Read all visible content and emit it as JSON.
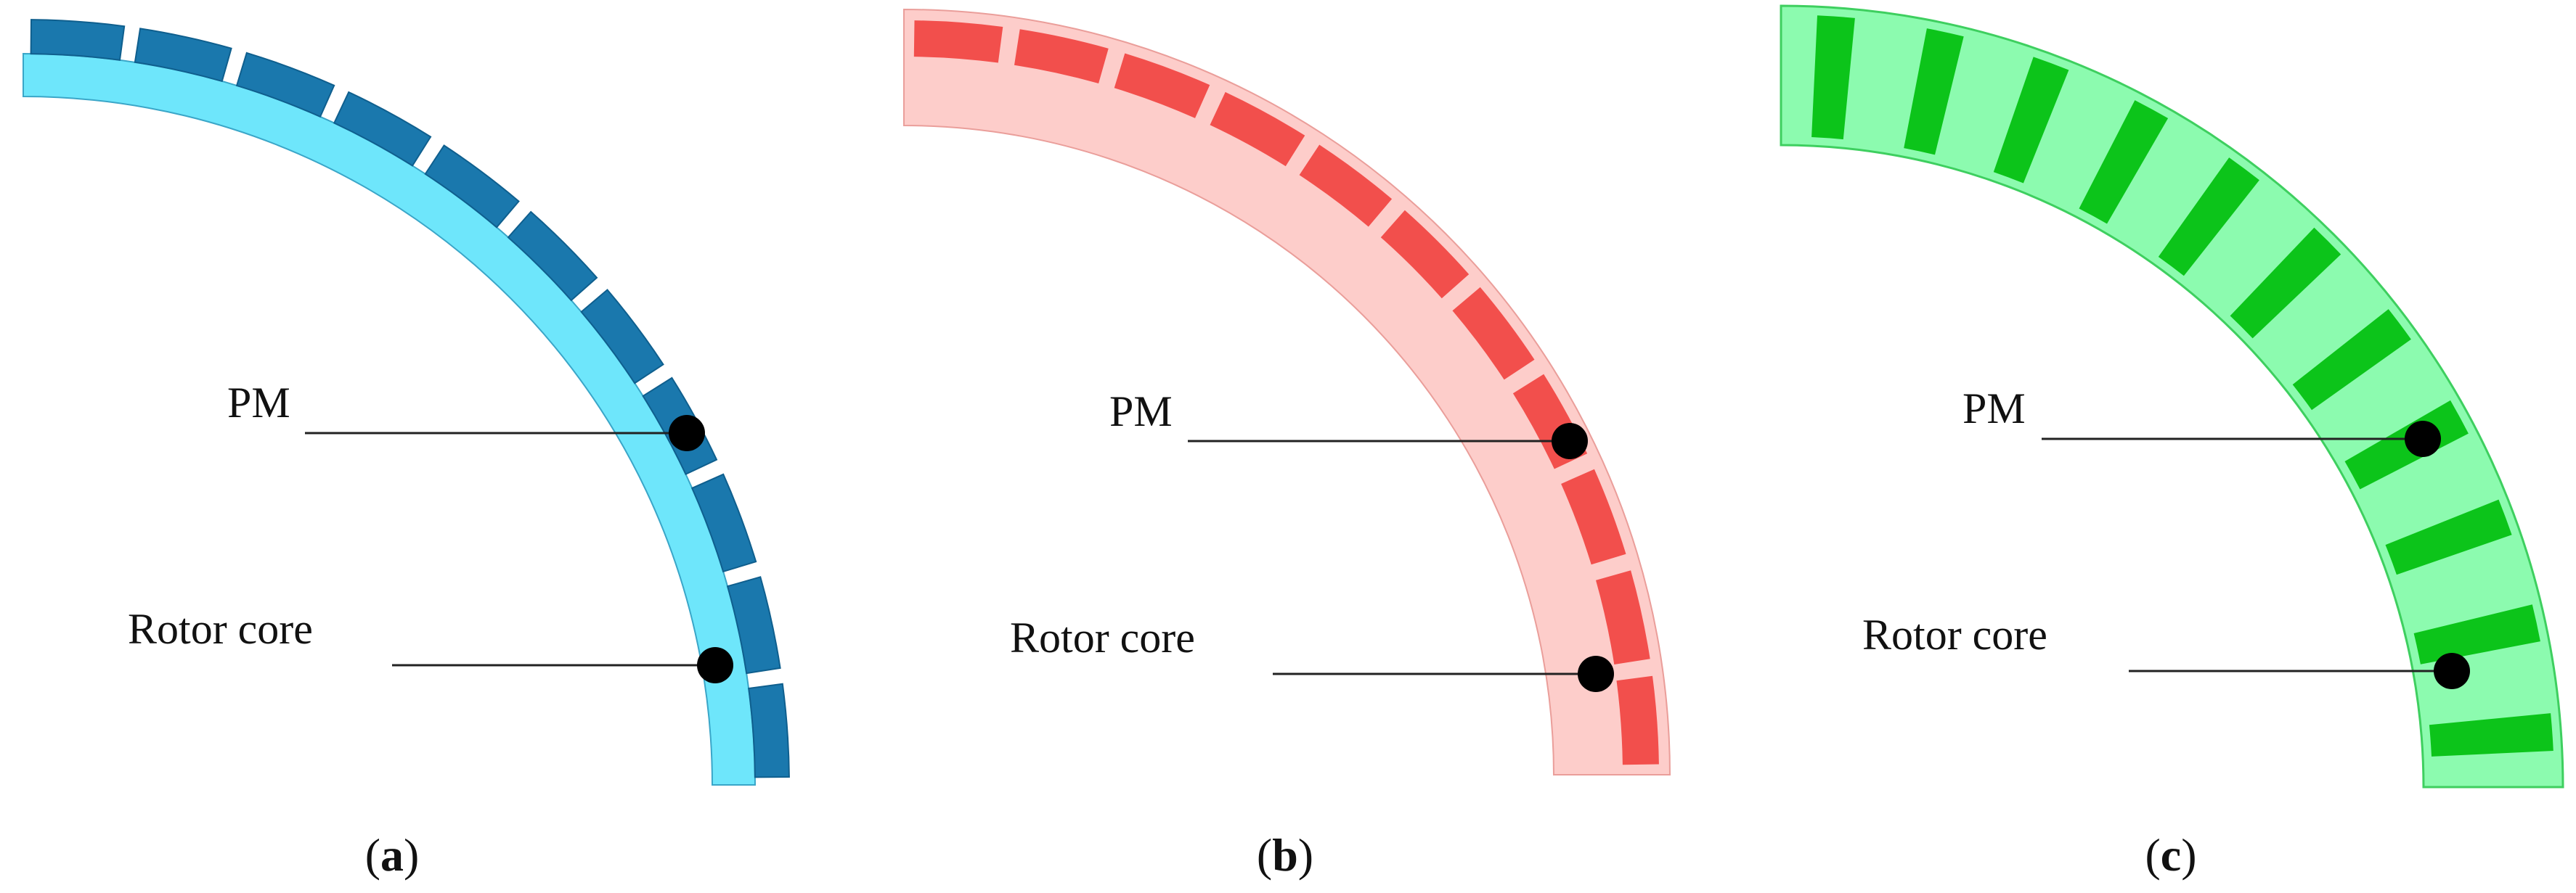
{
  "colors": {
    "a_core": "#6ee6fb",
    "a_pm": "#1a78ad",
    "b_core": "#fdcdca",
    "b_pm": "#f24f4c",
    "c_core": "#8cfbaf",
    "c_pm": "#0cc41a",
    "leader": "#222222",
    "dot": "#000000"
  },
  "panels": [
    {
      "id": "a",
      "pm_label": "PM",
      "core_label": "Rotor core",
      "caption_open": "(",
      "caption_letter": "a",
      "caption_close": ")",
      "pm_layout": "surface-mounted, 11 arc segments with gaps"
    },
    {
      "id": "b",
      "pm_label": "PM",
      "core_label": "Rotor core",
      "caption_open": "(",
      "caption_letter": "b",
      "caption_close": ")",
      "pm_layout": "inset, 11 arc segments embedded in core"
    },
    {
      "id": "c",
      "pm_label": "PM",
      "core_label": "Rotor core",
      "caption_open": "(",
      "caption_letter": "c",
      "caption_close": ")",
      "pm_layout": "spoke-type, 11 radial bars through core"
    }
  ]
}
